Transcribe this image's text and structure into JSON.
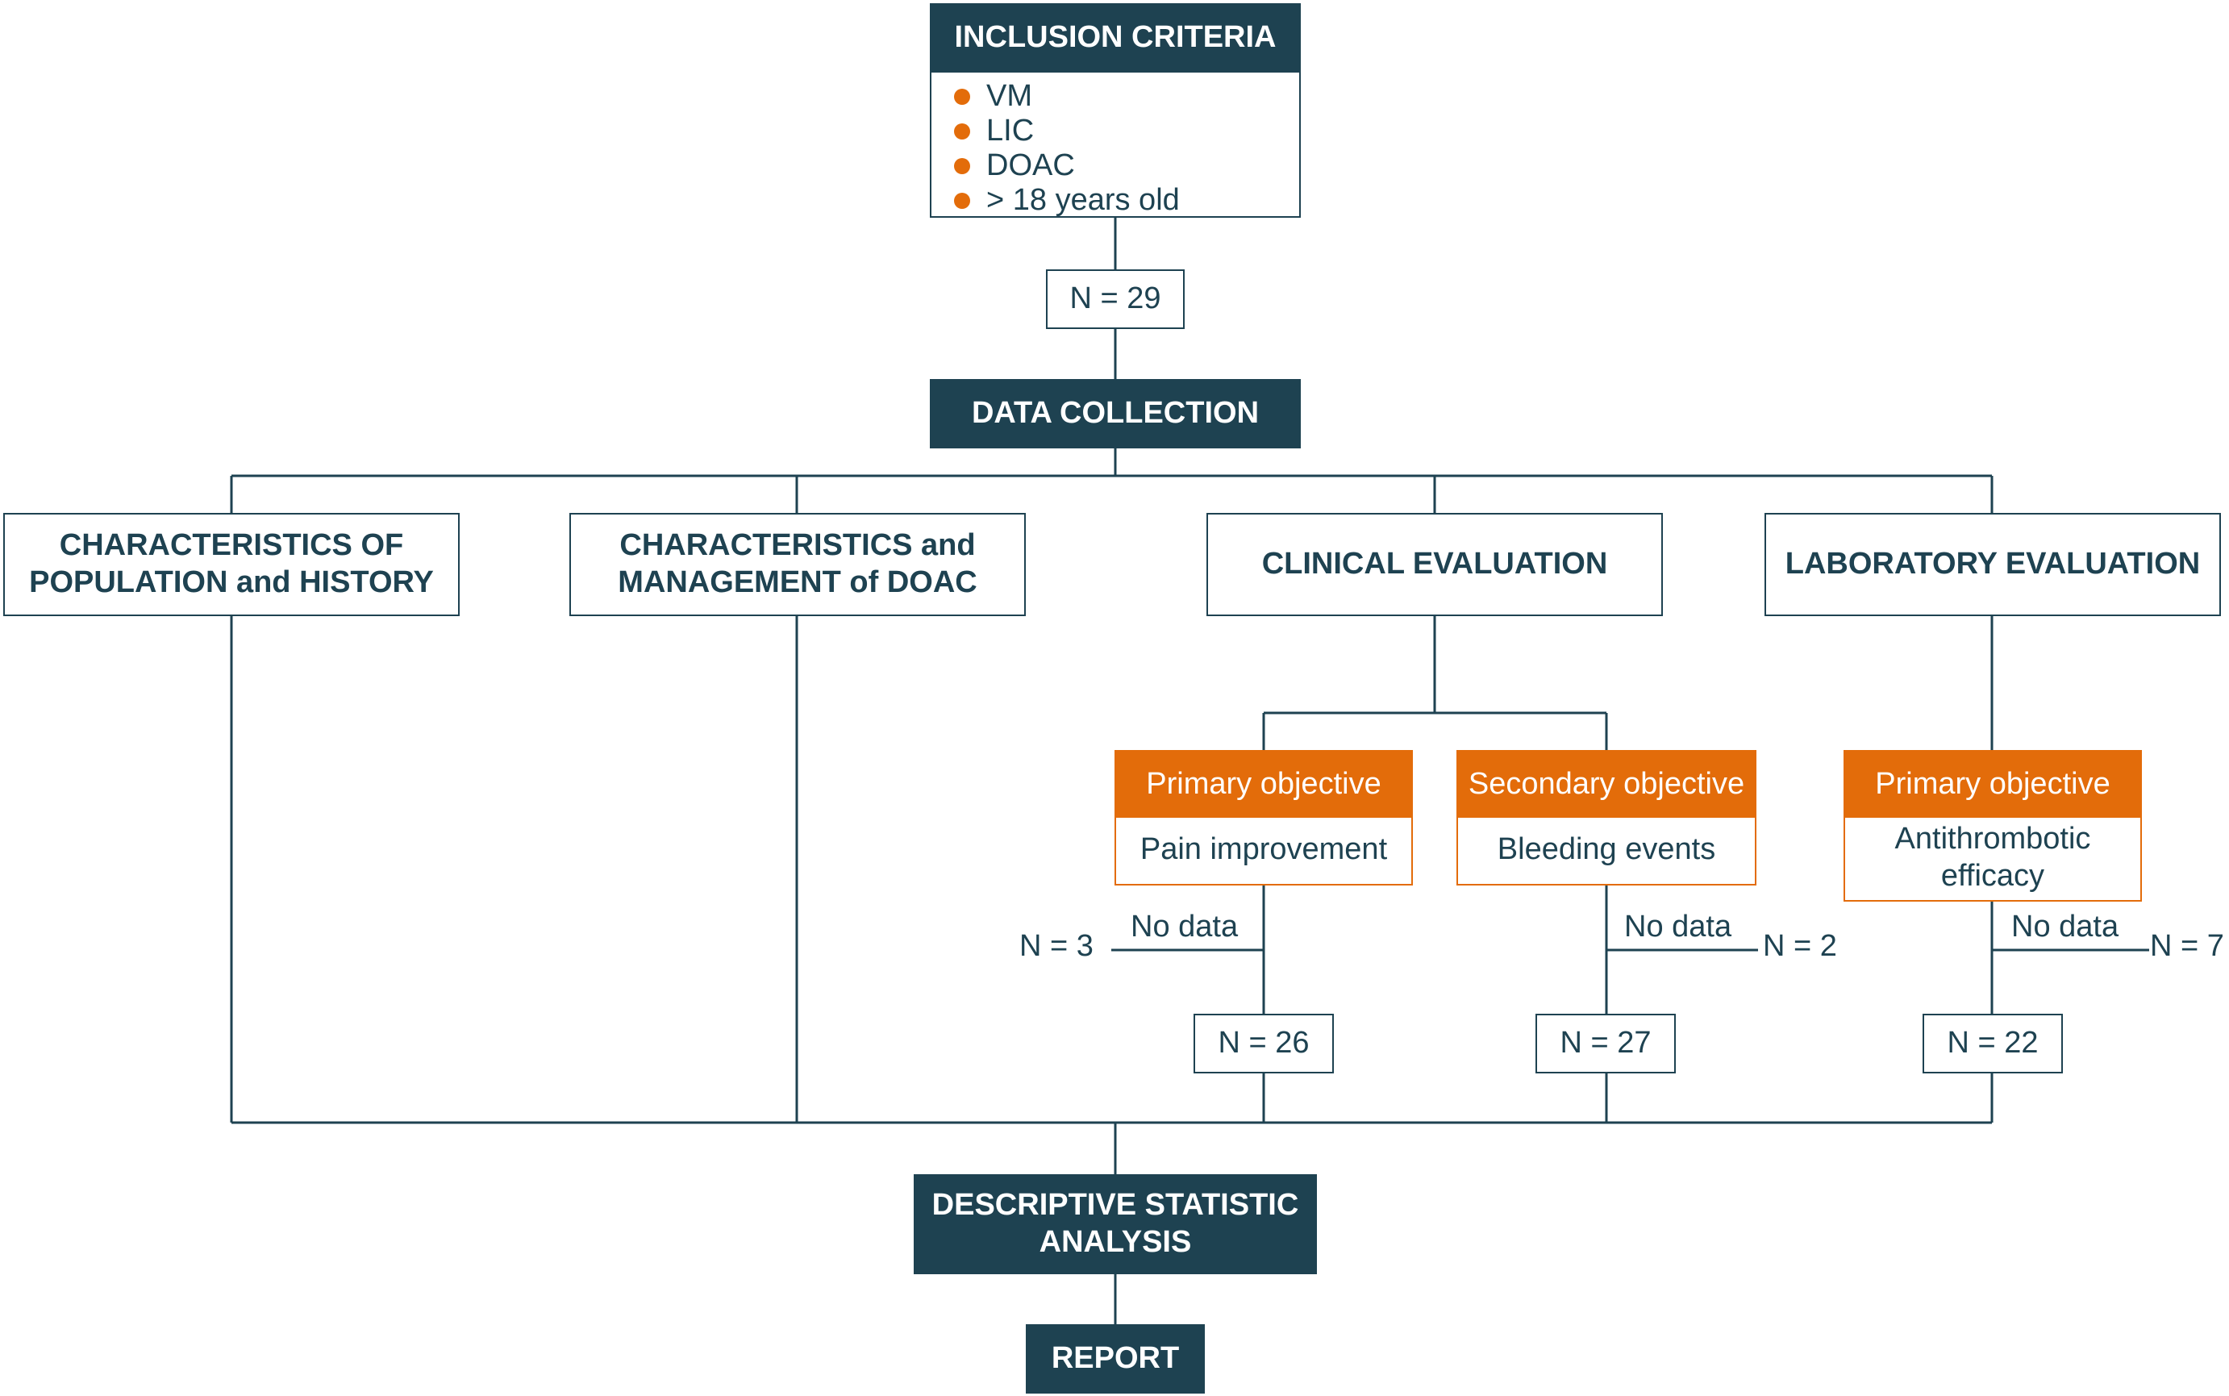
{
  "inclusion": {
    "title": "INCLUSION CRITERIA",
    "criteria": [
      "VM",
      "LIC",
      "DOAC",
      "> 18 years old"
    ]
  },
  "n_total": "N = 29",
  "data_collection": "DATA COLLECTION",
  "branches": {
    "population": "CHARACTERISTICS OF POPULATION and HISTORY",
    "doac": "CHARACTERISTICS and MANAGEMENT of DOAC",
    "clinical": "CLINICAL EVALUATION",
    "laboratory": "LABORATORY EVALUATION"
  },
  "objectives": {
    "pain": {
      "head": "Primary objective",
      "body": "Pain improvement",
      "excluded_label": "No data",
      "excluded_n": "N = 3",
      "n": "N = 26"
    },
    "bleeding": {
      "head": "Secondary objective",
      "body": "Bleeding events",
      "excluded_label": "No data",
      "excluded_n": "N = 2",
      "n": "N = 27"
    },
    "antithrombotic": {
      "head": "Primary objective",
      "body": "Antithrombotic efficacy",
      "excluded_label": "No data",
      "excluded_n": "N = 7",
      "n": "N = 22"
    }
  },
  "analysis": "DESCRIPTIVE STATISTIC ANALYSIS",
  "report": "REPORT",
  "colors": {
    "dark": "#1e4251",
    "accent": "#e36c0a"
  }
}
